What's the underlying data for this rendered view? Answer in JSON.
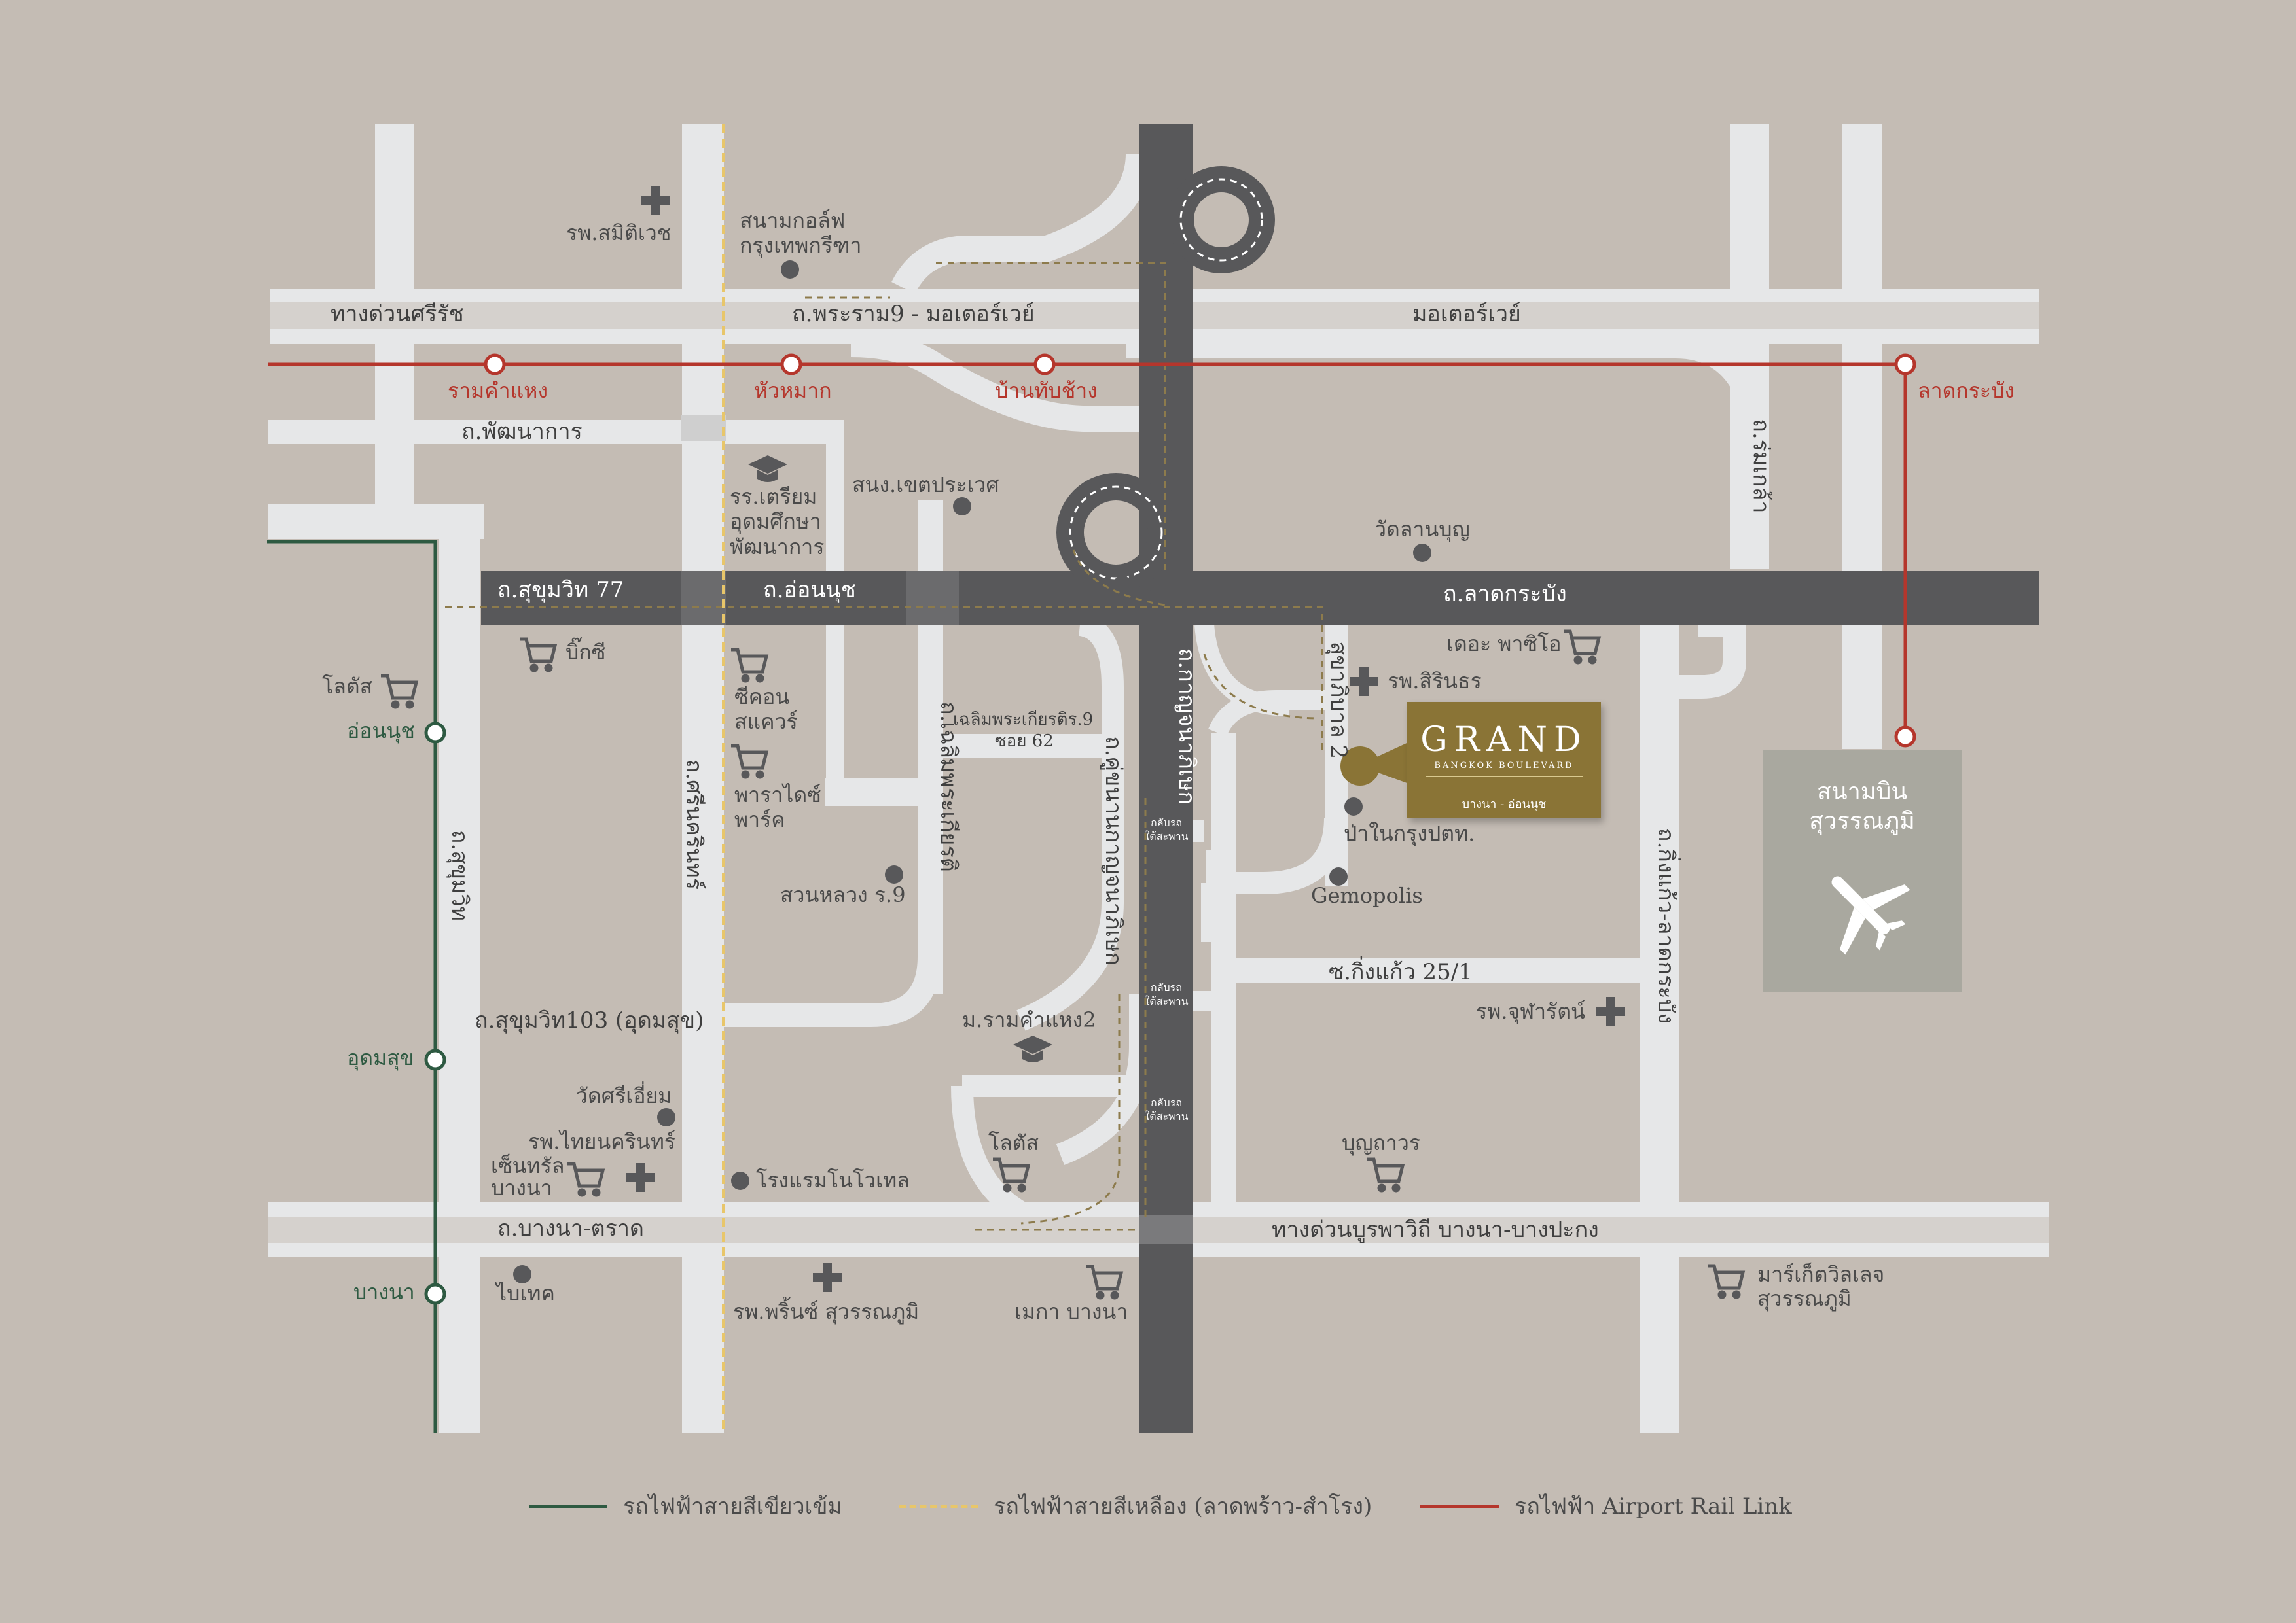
{
  "roads": {
    "expressway_sirirat": "ทางด่วนศรีรัช",
    "rama9_motorway": "ถ.พระราม9 - มอเตอร์เวย์",
    "motorway": "มอเตอร์เวย์",
    "phatthanakan": "ถ.พัฒนาการ",
    "sukhumvit77": "ถ.สุขุมวิท 77",
    "onnut": "ถ.อ่อนนุช",
    "lat_krabang": "ถ.ลาดกระบัง",
    "sukhumvit": "ถ.สุขุมวิท",
    "srinakarin": "ถ.ศรีนครินทร์",
    "chalerm_phrakiat": "ถ.เฉลิมพระเกียรติ",
    "chalerm_soi62_line1": "เฉลิมพระเกียรติร.9",
    "chalerm_soi62_line2": "ซอย 62",
    "kanchanaphisek": "ถ.กาญจนาภิเษก",
    "kanchanaphisek_frontage": "ถ.คู่ขนานกาญจนาภิเษก",
    "sukhaphiban2": "สุขาภิบาล 2",
    "romklao": "ถ.ร่มเกล้า",
    "kingkaew_latkrabang": "ถ.กิ่งแก้ว-ลาดกระบัง",
    "kingkaew25_1": "ซ.กิ่งแก้ว 25/1",
    "sukhumvit103": "ถ.สุขุมวิท103 (อุดมสุข)",
    "bangna_trat": "ถ.บางนา-ตราด",
    "burapha_withi": "ทางด่วนบูรพาวิถี บางนา-บางปะกง",
    "uturn_line1": "กลับรถ",
    "uturn_line2": "ใต้สะพาน"
  },
  "stations": {
    "ramkhamhaeng": "รามคำแหง",
    "hua_mak": "หัวหมาก",
    "ban_thap_chang": "บ้านทับช้าง",
    "lat_krabang": "ลาดกระบัง",
    "on_nut": "อ่อนนุช",
    "udom_suk": "อุดมสุข",
    "bang_na": "บางนา"
  },
  "places": {
    "samitivej": "รพ.สมิติเวช",
    "golf_line1": "สนามกอล์ฟ",
    "golf_line2": "กรุงเทพกรีฑา",
    "khet_prawet": "สนง.เขตประเวศ",
    "triam_line1": "รร.เตรียม",
    "triam_line2": "อุดมศึกษา",
    "triam_line3": "พัฒนาการ",
    "wat_lan_bun": "วัดลานบุญ",
    "big_c": "บิ๊กซี",
    "lotus_left": "โลตัส",
    "seacon_line1": "ซีคอน",
    "seacon_line2": "สแควร์",
    "paradise_line1": "พาราไดซ์",
    "paradise_line2": "พาร์ค",
    "suan_luang": "สวนหลวง ร.9",
    "the_paseo": "เดอะ พาซิโอ",
    "sirindhorn": "รพ.สิรินธร",
    "forest_park": "ป่าในกรุงปตท.",
    "gemopolis": "Gemopolis",
    "ram2": "ม.รามคำแหง2",
    "chularat": "รพ.จุฬารัตน์",
    "wat_sri_iam": "วัดศรีเอี่ยม",
    "thai_nakarin": "รพ.ไทยนครินทร์",
    "central_line1": "เซ็นทรัล",
    "central_line2": "บางนา",
    "novotel": "โรงแรมโนโวเทล",
    "lotus_bottom": "โลตัส",
    "bunthavorn": "บุญถาวร",
    "bitec": "ไบเทค",
    "prince": "รพ.พริ้นซ์ สุวรรณภูมิ",
    "mega": "เมกา บางนา",
    "market_line1": "มาร์เก็ตวิลเลจ",
    "market_line2": "สุวรรณภูมิ"
  },
  "project": {
    "title": "GRAND",
    "subtitle": "BANGKOK BOULEVARD",
    "area": "บางนา - อ่อนนุช"
  },
  "airport": {
    "line1": "สนามบิน",
    "line2": "สุวรรณภูมิ"
  },
  "legend": {
    "green": "รถไฟฟ้าสายสีเขียวเข้ม",
    "yellow": "รถไฟฟ้าสายสีเหลือง (ลาดพร้าว-สำโรง)",
    "red": "รถไฟฟ้า Airport Rail Link"
  },
  "colors": {
    "background": "#c4bcb4",
    "road": "#e6e7e8",
    "major_road": "#58585a",
    "green_line": "#2e5a42",
    "yellow_line": "#e8c66a",
    "red_line": "#b5362c",
    "project_gold": "#8a7436",
    "airport_box": "#a9a89f"
  }
}
